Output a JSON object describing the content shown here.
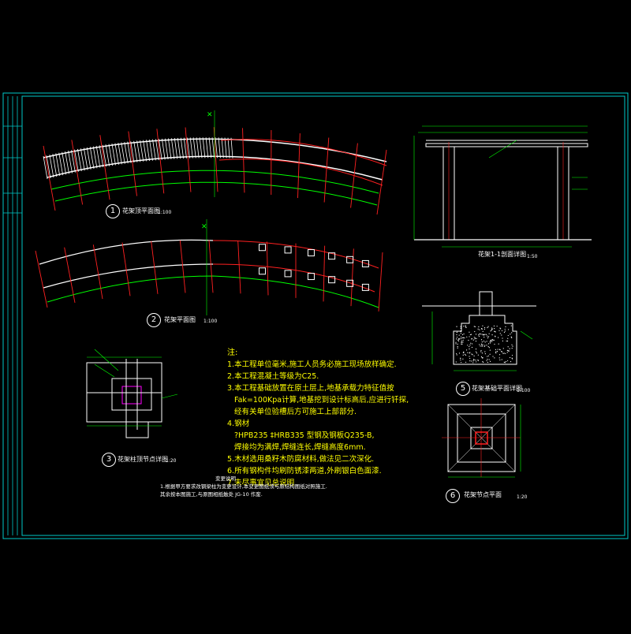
{
  "drawing": {
    "colors": {
      "frame": "#00c8c8",
      "plan_line": "#ffffff",
      "axis": "#ff2020",
      "dim": "#00ff00",
      "note": "#ffff00",
      "tag": "#ff00ff"
    }
  },
  "views": {
    "v1": {
      "num": "1",
      "title": "花架顶平面图",
      "scale": "1:100"
    },
    "v2": {
      "num": "2",
      "title": "花架平面图",
      "scale": "1:100"
    },
    "v3": {
      "num": "3",
      "title": "花架柱顶节点详图",
      "scale": "1:20"
    },
    "v4": {
      "title": "花架1-1剖面详图",
      "scale": "1:50"
    },
    "v5": {
      "num": "5",
      "title": "花架基础平面详图",
      "scale": "1:100"
    },
    "v6": {
      "num": "6",
      "title": "花架节点平面",
      "scale": "1:20"
    }
  },
  "notes": {
    "heading": "注:",
    "items": [
      "1.本工程单位毫米,施工人员务必施工现场放样确定.",
      "2.本工程混凝土等级为C25.",
      "3.本工程基础放置在原土层上,地基承载力特征值按",
      "Fak=100Kpa计算,地基挖到设计标高后,应进行钎探,",
      "经有关单位验槽后方可施工上部部分.",
      "4.钢材",
      "?HPB235  ‡HRB335  型钢及钢板Q235-B,",
      "焊接均为满焊,焊缝连长,焊缝高度6mm.",
      "5.木材选用桑籽木防腐材料,做法见二次深化.",
      "6.所有钢构件均刷防锈漆两道,外刷银白色面漆.",
      "7.未尽事宜见总说明"
    ]
  },
  "extra_notes": {
    "title": "变更说明",
    "lines": [
      "1.根据甲方要求改钢梁柱为变更设计,本变更图纸须与原结构图纸对照施工.",
      "其余按本图施工,与原图相抵触处 JG-10 作废."
    ]
  }
}
